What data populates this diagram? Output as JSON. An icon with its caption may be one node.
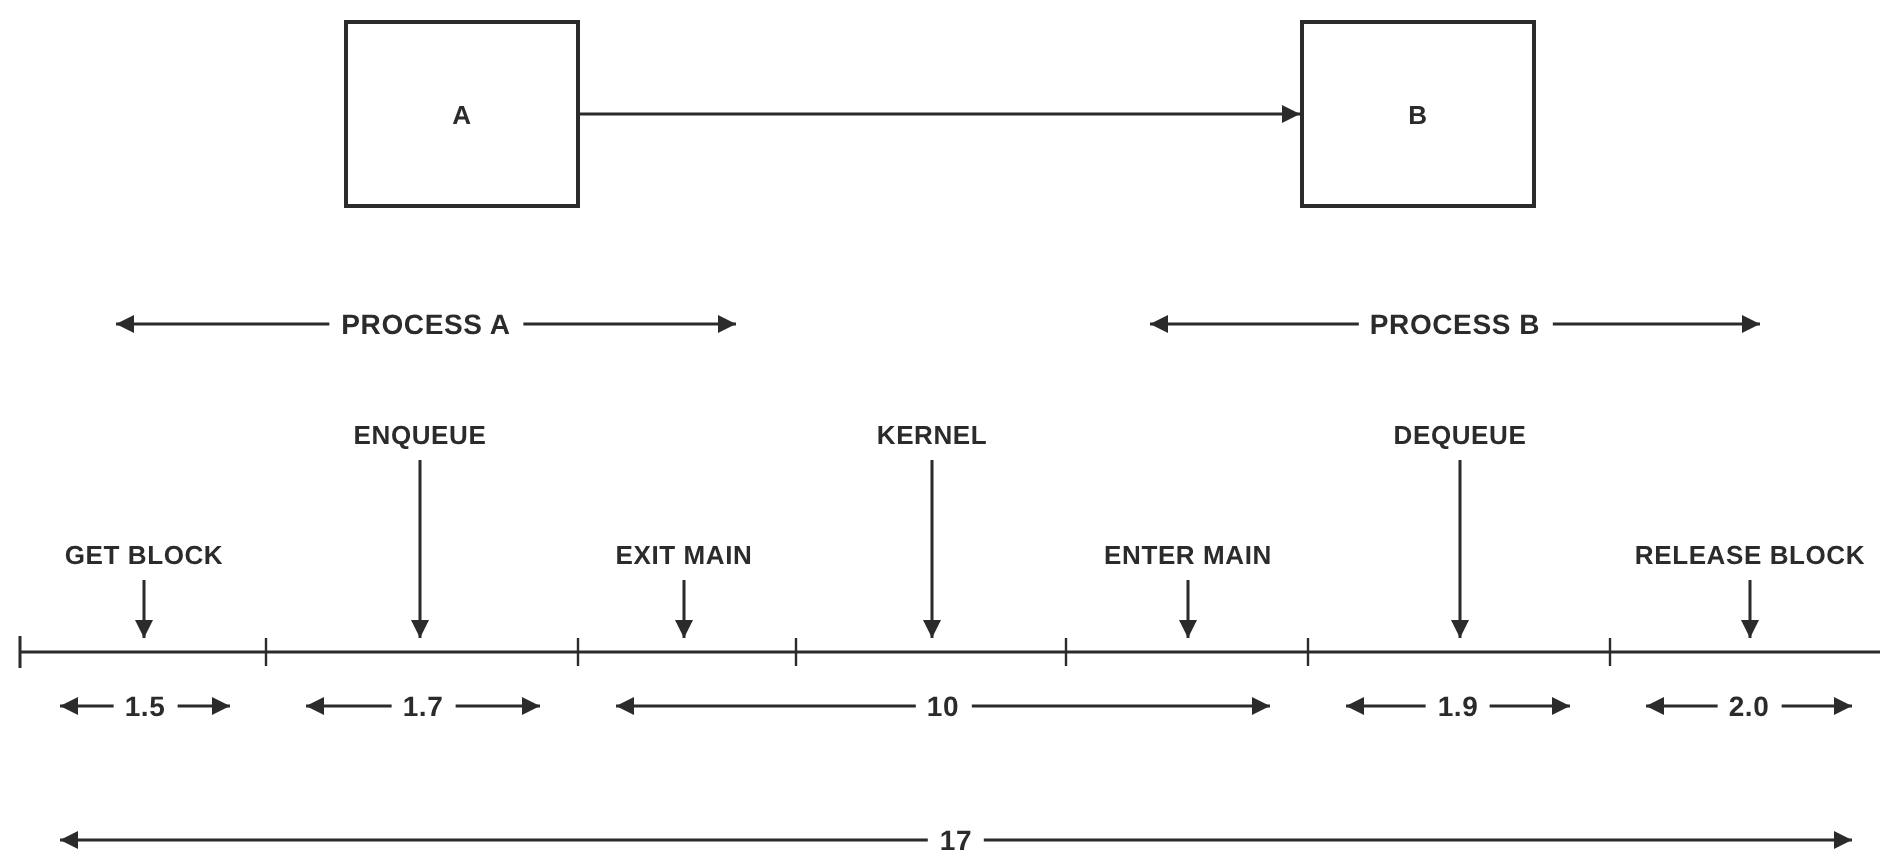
{
  "diagram": {
    "nodes": [
      {
        "text": [
          "A"
        ]
      },
      {
        "text": [
          "B"
        ]
      },
      {
        "text": [
          "GET BLOCK"
        ]
      },
      {
        "text": [
          "ENQUEUE"
        ]
      },
      {
        "text": [
          "EXIT MAIN"
        ]
      },
      {
        "text": [
          "KERNEL"
        ]
      },
      {
        "text": [
          "ENTER MAIN"
        ]
      },
      {
        "text": [
          "DEQUEUE"
        ]
      },
      {
        "text": [
          "RELEASE BLOCK"
        ]
      }
    ],
    "edges": [
      {
        "from": 0,
        "to": 1,
        "arrow": "to"
      },
      {
        "from": 2,
        "to": null,
        "arrow": "to"
      },
      {
        "from": 3,
        "to": null,
        "arrow": "to"
      },
      {
        "from": 4,
        "to": null,
        "arrow": "to"
      },
      {
        "from": 5,
        "to": null,
        "arrow": "to"
      },
      {
        "from": 6,
        "to": null,
        "arrow": "to"
      },
      {
        "from": 7,
        "to": null,
        "arrow": "to"
      },
      {
        "from": 8,
        "to": null,
        "arrow": "to"
      }
    ],
    "labels": [
      "PROCESS A",
      "PROCESS B",
      "1.5",
      "1.7",
      "10",
      "1.9",
      "2.0",
      "17"
    ]
  }
}
